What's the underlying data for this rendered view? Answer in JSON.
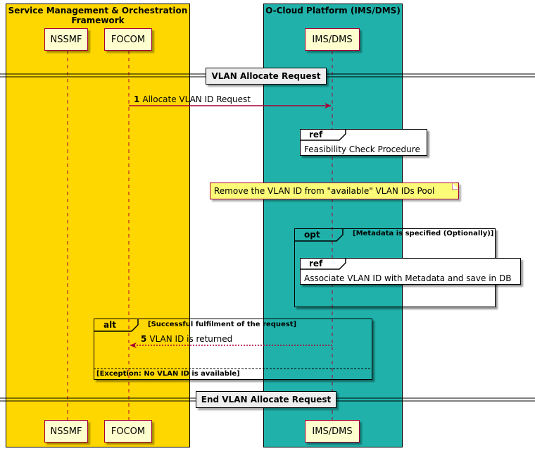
{
  "boxes": {
    "smo": {
      "title_line1": "Service Management & Orchestration",
      "title_line2": "Framework",
      "color": "#ffd700"
    },
    "ocloud": {
      "title": "O-Cloud Platform (IMS/DMS)",
      "color": "#20b2aa"
    }
  },
  "participants": {
    "nssmf": "NSSMF",
    "focom": "FOCOM",
    "imsdms": "IMS/DMS"
  },
  "dividers": {
    "start": "VLAN Allocate Request",
    "end": "End VLAN Allocate Request"
  },
  "messages": {
    "m1": {
      "num": "1",
      "text": "Allocate VLAN ID Request"
    },
    "m5": {
      "num": "5",
      "text": "VLAN ID is returned"
    }
  },
  "refs": {
    "feasibility": {
      "tag": "ref",
      "text": "Feasibility Check Procedure"
    },
    "associate": {
      "tag": "ref",
      "text": "Associate VLAN ID with Metadata and save in DB"
    }
  },
  "note": "Remove the VLAN ID from \"available\" VLAN IDs Pool",
  "opt": {
    "tag": "opt",
    "condition": "[Metadata is specified (Optionally)]"
  },
  "alt": {
    "tag": "alt",
    "condition": "[Successful fulfilment of the request]",
    "else_condition": "[Exception: No VLAN ID is available]"
  },
  "colors": {
    "arrow": "#a80036",
    "lifeline": "#a80036",
    "participant_fill": "#fefece",
    "note_fill": "#fbfb77"
  }
}
